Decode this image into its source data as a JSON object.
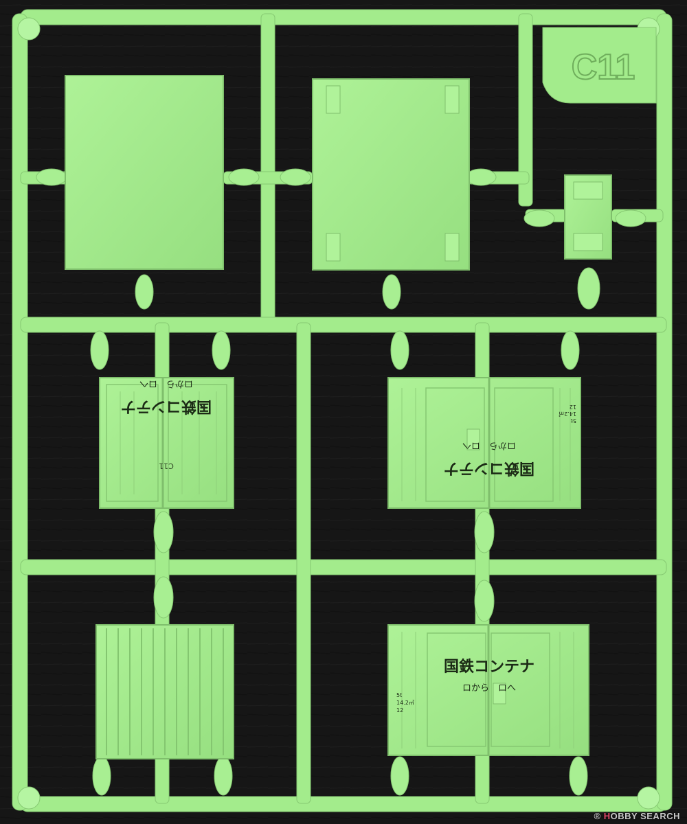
{
  "sprue": {
    "part_code": "C11",
    "plastic_color": "#a3ec8c",
    "background_color": "#141414"
  },
  "container_parts": {
    "left_door": {
      "door_code": "C11",
      "line1": "国鉄コンテナ",
      "line2": "ロから　ロへ"
    },
    "right_door": {
      "line1": "国鉄コンテナ",
      "line2": "ロから　ロへ",
      "spec_lines": [
        "5t",
        "14.2㎥",
        "12"
      ]
    },
    "lower_door": {
      "line1": "国鉄コンテナ",
      "line2": "ロから　ロへ",
      "spec_lines": [
        "5t",
        "14.2㎥",
        "12"
      ]
    }
  },
  "watermark": {
    "brand_part1": "H",
    "brand_part2": "OBBY SEARCH",
    "icon": "registered-mark-icon"
  }
}
